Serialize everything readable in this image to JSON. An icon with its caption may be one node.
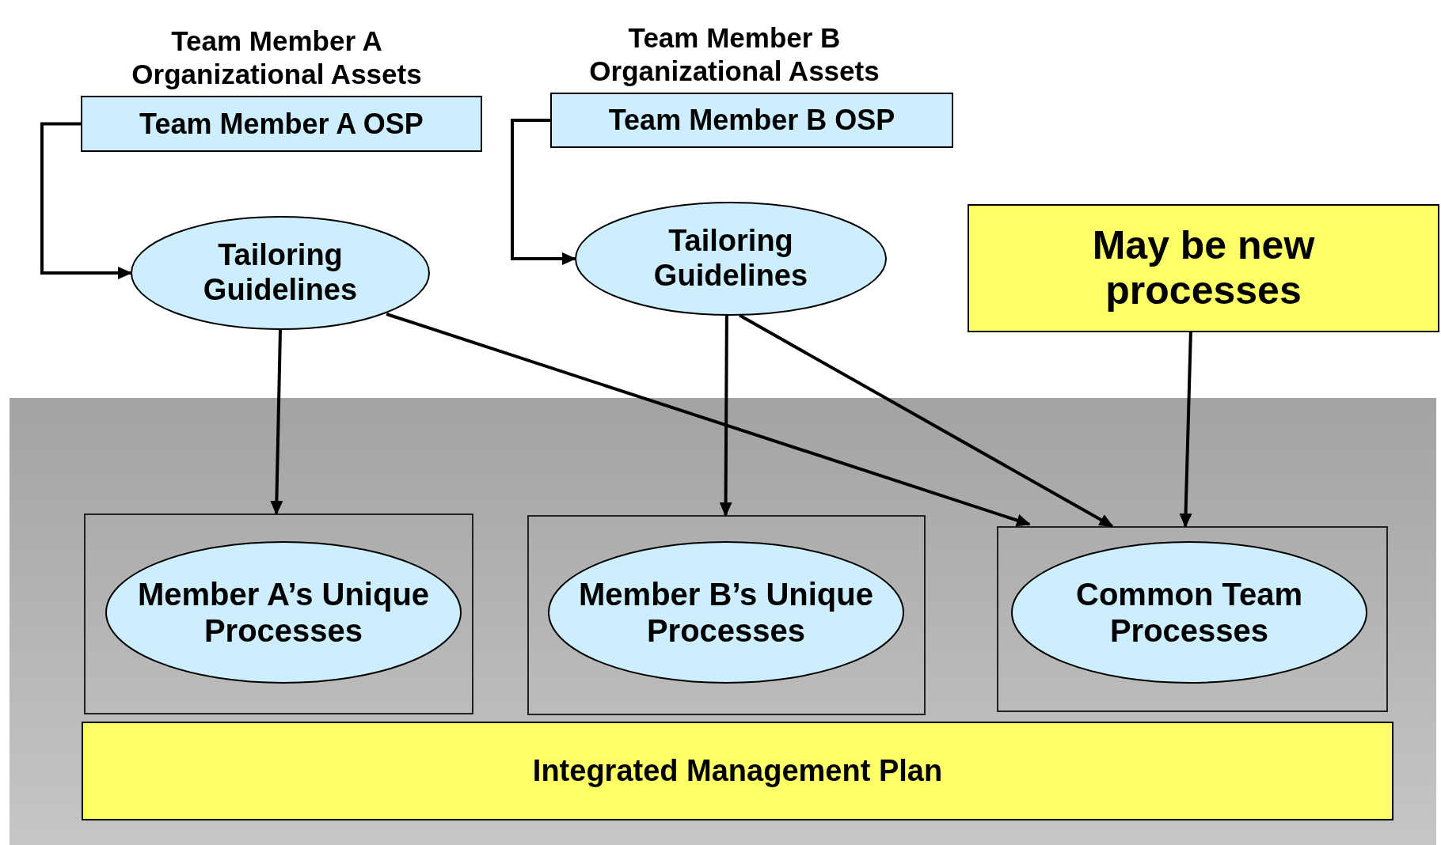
{
  "diagram": {
    "nodes": [
      {
        "text": [
          "Team Member A Organizational Assets",
          "Team Member A OSP"
        ]
      },
      {
        "text": [
          "Team Member B Organizational Assets",
          "Team Member B OSP"
        ]
      },
      {
        "text": [
          "Tailoring Guidelines"
        ]
      },
      {
        "text": [
          "Tailoring Guidelines"
        ]
      },
      {
        "text": [
          "May be new processes"
        ]
      },
      {
        "text": [],
        "shape": "box"
      },
      {
        "text": [
          "Member A’s Unique Processes"
        ],
        "in": 5
      },
      {
        "text": [],
        "shape": "box"
      },
      {
        "text": [
          "Member B’s Unique Processes"
        ],
        "in": 7
      },
      {
        "text": [],
        "shape": "box"
      },
      {
        "text": [
          "Common Team Processes"
        ],
        "in": 9
      },
      {
        "text": [
          "Integrated Management Plan"
        ]
      }
    ],
    "edges": [
      {
        "from": 0,
        "to": 2,
        "arrow": "to"
      },
      {
        "from": 1,
        "to": 3,
        "arrow": "to"
      },
      {
        "from": 2,
        "to": 5,
        "arrow": "to"
      },
      {
        "from": 2,
        "to": 9,
        "arrow": "to"
      },
      {
        "from": 3,
        "to": 7,
        "arrow": "to"
      },
      {
        "from": 3,
        "to": 9,
        "arrow": "to"
      },
      {
        "from": 4,
        "to": 9,
        "arrow": "to"
      }
    ]
  }
}
